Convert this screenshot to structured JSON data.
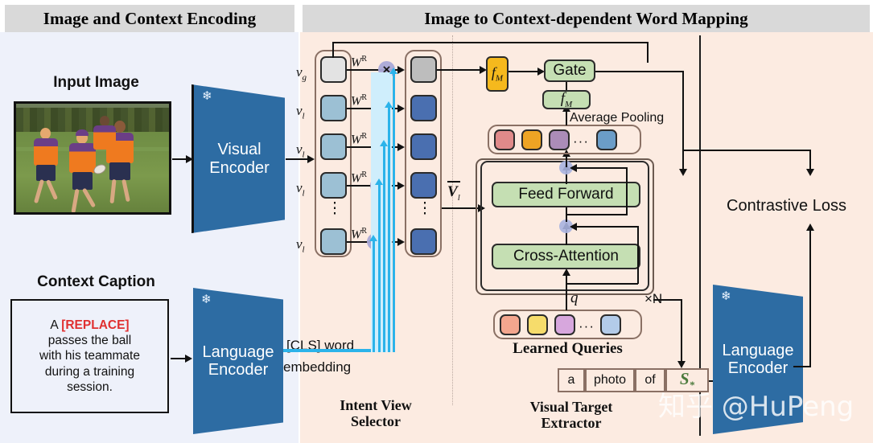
{
  "headers": {
    "left": "Image and Context Encoding",
    "right": "Image to Context-dependent Word Mapping"
  },
  "left_panel": {
    "input_image_label": "Input Image",
    "context_caption_label": "Context Caption",
    "caption": {
      "line1_prefix": "A ",
      "replace_token": "[REPLACE]",
      "line2": "passes the ball",
      "line3": "with his teammate",
      "line4": "during a training",
      "line5": "session."
    },
    "visual_encoder": {
      "line1": "Visual",
      "line2": "Encoder",
      "frozen_icon": "snowflake-icon"
    },
    "language_encoder": {
      "line1": "Language",
      "line2": "Encoder",
      "frozen_icon": "snowflake-icon"
    }
  },
  "intent_view_selector": {
    "title_line1": "Intent View",
    "title_line2": "Selector",
    "cls_embedding_line1": "[CLS] word",
    "cls_embedding_line2": "embedding",
    "input_tokens": [
      {
        "label": "v",
        "sub": "g",
        "kind": "global"
      },
      {
        "label": "v",
        "sub": "l",
        "kind": "local"
      },
      {
        "label": "v",
        "sub": "l",
        "kind": "local"
      },
      {
        "label": "v",
        "sub": "l",
        "kind": "local"
      },
      {
        "label": "v",
        "sub": "l",
        "kind": "local"
      }
    ],
    "projection_label": "W",
    "projection_sup": "R",
    "multiply_symbol": "×",
    "output_label": "V",
    "output_sub": "l",
    "vertical_dots": "⋮"
  },
  "visual_target_extractor": {
    "title_line1": "Visual Target",
    "title_line2": "Extractor",
    "gate_label": "Gate",
    "fm_top_label": "f",
    "fm_top_sub": "M",
    "fm_mid_label": "f",
    "fm_mid_sub": "M",
    "average_pooling_label": "Average Pooling",
    "feed_forward_label": "Feed Forward",
    "cross_attention_label": "Cross-Attention",
    "query_label": "q",
    "repeat_label": "×N",
    "learned_queries_label": "Learned Queries",
    "pooled_tokens": [
      {
        "color": "#e08a8a"
      },
      {
        "color": "#eda424"
      },
      {
        "color": "#ab8cb8"
      },
      {
        "color": "#6b9dc8"
      }
    ],
    "learned_queries": [
      {
        "color": "#f3a68e"
      },
      {
        "color": "#f6dc6b"
      },
      {
        "color": "#d7a7dd"
      },
      {
        "color": "#b3cbe9"
      }
    ],
    "dots": "···",
    "prompt_tokens": [
      "a",
      "photo",
      "of"
    ],
    "target_token": "S",
    "target_token_sub": "*"
  },
  "right_panel": {
    "contrastive_loss_label": "Contrastive Loss",
    "language_encoder": {
      "line1": "Language",
      "line2": "Encoder",
      "frozen_icon": "snowflake-icon"
    }
  },
  "watermark": "知乎 @HuPeng",
  "colors": {
    "left_panel_bg": "#eef1fa",
    "right_panel_bg": "#fcebe1",
    "header_bg": "#d9d9d9",
    "encoder_blue": "#2d6ca3",
    "module_green": "#c5dfb3",
    "gate_yellow": "#f5b91d",
    "local_in_blue": "#9cc0d4",
    "local_out_blue": "#4a6fb0",
    "global_gray": "#e3e3e3",
    "flow_blue": "#2bb3ea",
    "replace_red": "#e03030",
    "target_green": "#4b7a3c"
  }
}
